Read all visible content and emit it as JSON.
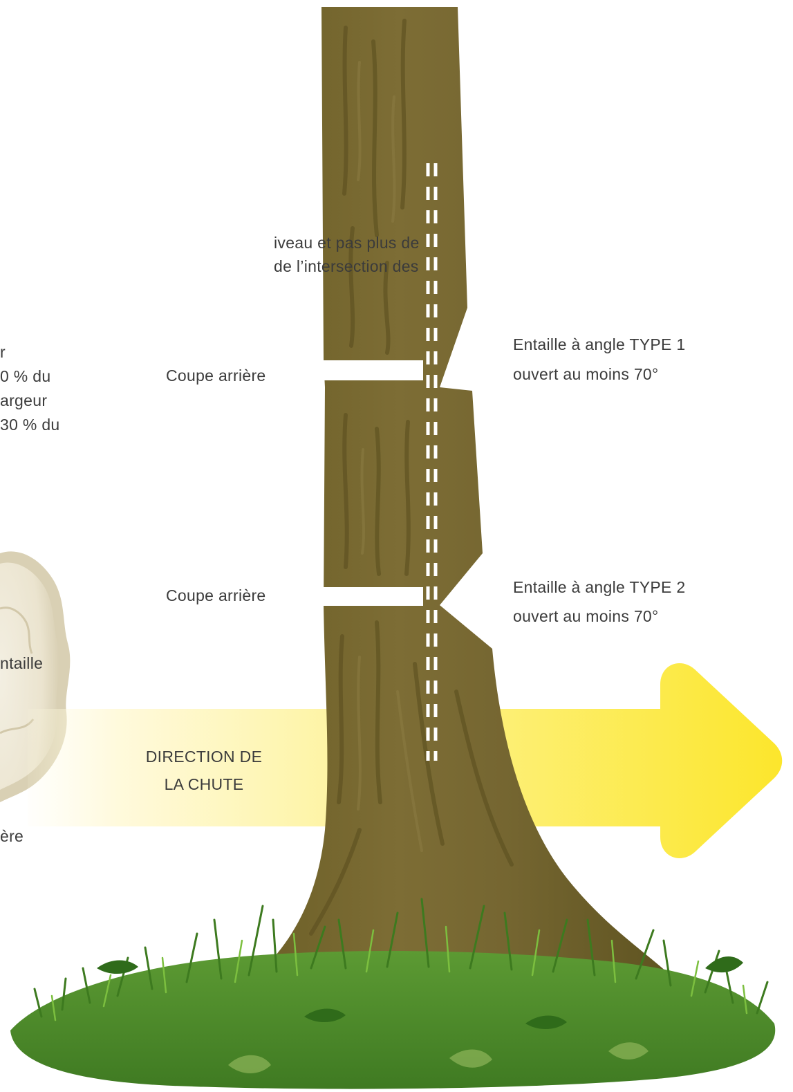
{
  "left_note_1": {
    "line1": "iveau et pas plus de",
    "line2": "de l’intersection des"
  },
  "left_note_2": {
    "line1": "r",
    "line2": "0 % du",
    "line3": "argeur",
    "line4": "30 % du"
  },
  "left_note_3": "ntaille",
  "left_note_4": "ère",
  "cuts": {
    "back_cut_upper": "Coupe arrière",
    "back_cut_lower": "Coupe arrière"
  },
  "notch_type_1": {
    "line1": "Entaille à angle TYPE 1",
    "line2": "ouvert au moins 70°"
  },
  "notch_type_2": {
    "line1": "Entaille à angle TYPE 2",
    "line2": "ouvert au moins 70°"
  },
  "fall_direction": {
    "line1": "DIRECTION DE",
    "line2": "LA CHUTE"
  },
  "colors": {
    "trunk_light": "#7a6a33",
    "trunk_dark": "#5e5320",
    "arrow_yellow": "#fde93a",
    "grass_green": "#4f8a2a",
    "stump_beige": "#e4ddc8"
  }
}
